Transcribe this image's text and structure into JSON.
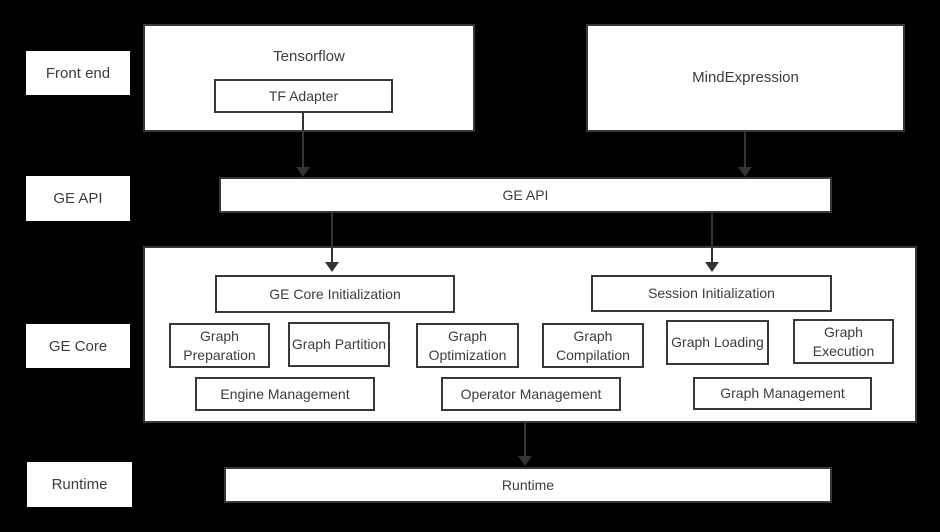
{
  "colors": {
    "background": "#000000",
    "box_fill": "#ffffff",
    "box_border": "#383838",
    "text": "#3d3d3d",
    "arrow": "#333333"
  },
  "row_labels": [
    {
      "label": "Front end"
    },
    {
      "label": "GE API"
    },
    {
      "label": "GE Core"
    },
    {
      "label": "Runtime"
    }
  ],
  "front_end": {
    "tensorflow": {
      "label": "Tensorflow",
      "adapter_label": "TF Adapter"
    },
    "mind_expression": {
      "label": "MindExpression"
    }
  },
  "ge_api": {
    "label": "GE API"
  },
  "ge_core": {
    "init_boxes": [
      "GE Core Initialization",
      "Session Initialization"
    ],
    "modules": [
      "Graph Preparation",
      "Graph Partition",
      "Graph Optimization",
      "Graph Compilation",
      "Graph Loading",
      "Graph Execution"
    ],
    "managers": [
      "Engine Management",
      "Operator Management",
      "Graph Management"
    ]
  },
  "runtime": {
    "label": "Runtime"
  },
  "edges": [
    {
      "from": "TF Adapter",
      "to": "GE API"
    },
    {
      "from": "MindExpression",
      "to": "GE API"
    },
    {
      "from": "GE API",
      "to": "GE Core Initialization"
    },
    {
      "from": "GE API",
      "to": "Session Initialization"
    },
    {
      "from": "GE Core",
      "to": "Runtime"
    }
  ]
}
